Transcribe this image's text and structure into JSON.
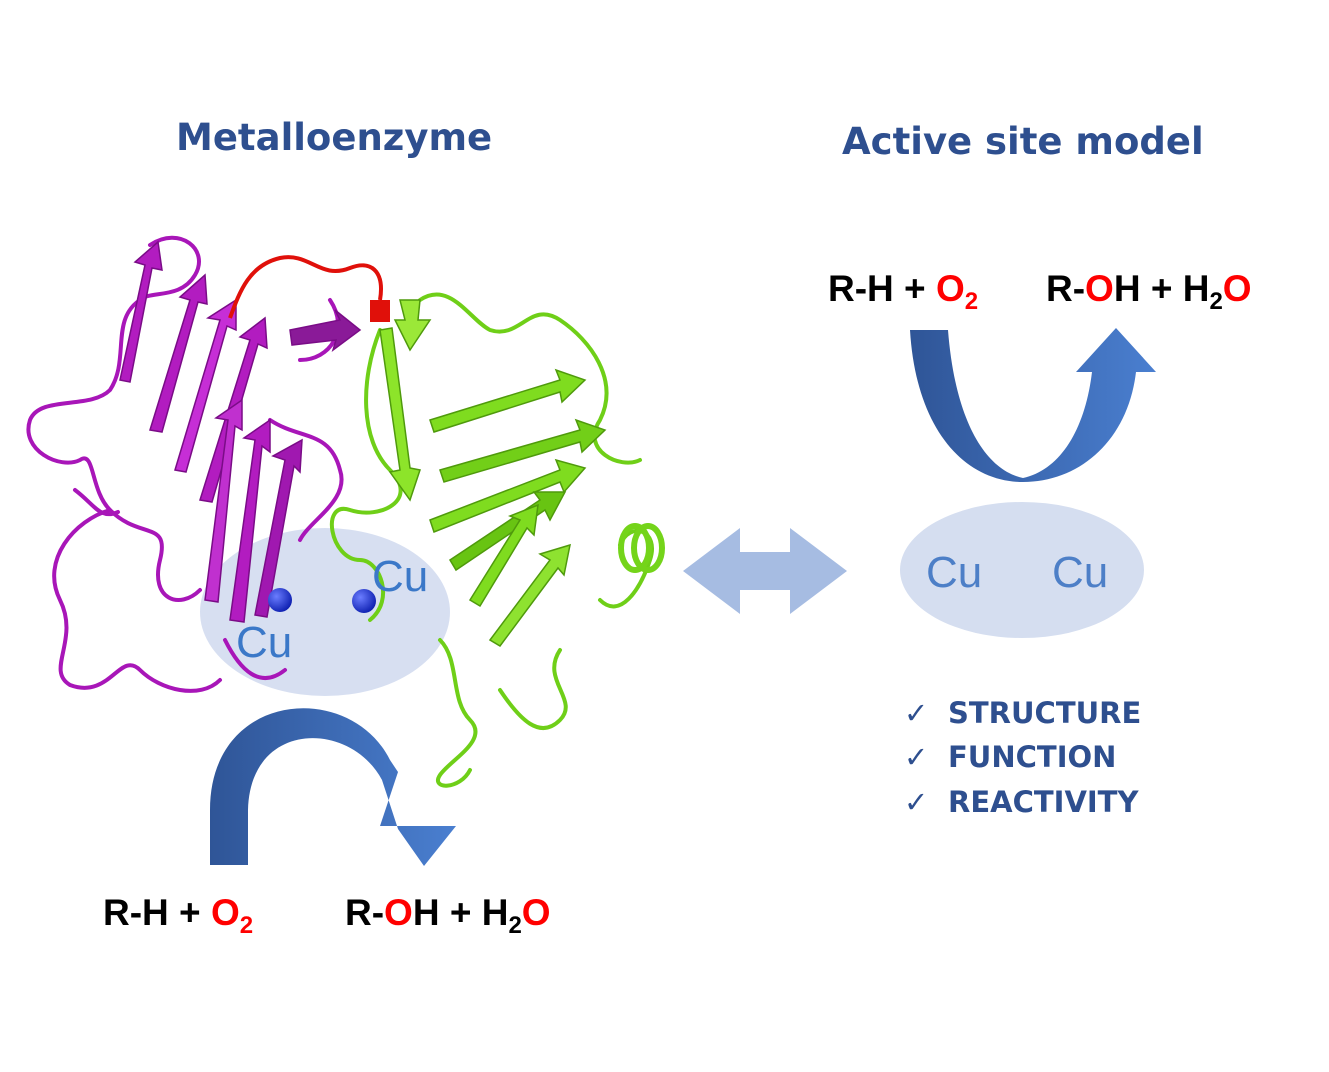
{
  "left_panel": {
    "title": "Metalloenzyme",
    "cu_labels": [
      "Cu",
      "Cu"
    ],
    "reaction": {
      "reactant": "R-H + ",
      "oxygen": "O",
      "oxygen_subscript": "2",
      "product_r": "R-",
      "product_o": "O",
      "product_h": "H + H",
      "water_subscript": "2",
      "water_o": "O"
    }
  },
  "right_panel": {
    "title": "Active site model",
    "cu_labels": [
      "Cu",
      "Cu"
    ],
    "reaction": {
      "reactant": "R-H + ",
      "oxygen": "O",
      "oxygen_subscript": "2",
      "product_r": "R-",
      "product_o": "O",
      "product_h": "H + H",
      "water_subscript": "2",
      "water_o": "O"
    },
    "checklist": [
      {
        "mark": "✓",
        "label": "STRUCTURE"
      },
      {
        "mark": "✓",
        "label": "FUNCTION"
      },
      {
        "mark": "✓",
        "label": "REACTIVITY"
      }
    ]
  },
  "colors": {
    "heading": "#2e4f8f",
    "arrow_blue": "#3f6fbf",
    "double_arrow": "#a6bce2",
    "site_ellipse": "#d5def0",
    "protein_magenta": "#b21cc0",
    "protein_green": "#7fdc1f",
    "linker_red": "#e0100a",
    "oxygen_red": "#ff0000"
  }
}
